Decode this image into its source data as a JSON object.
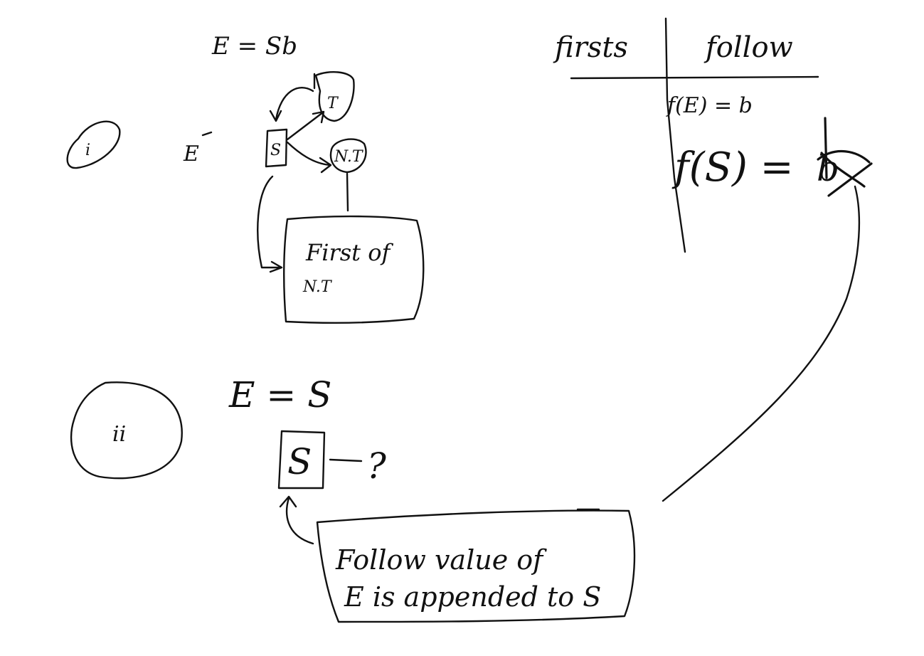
{
  "sections": {
    "one": {
      "marker": "i",
      "grammar": "E = Sb",
      "nodes": {
        "start": "E",
        "symbol": "S",
        "terminal": "T",
        "nonterminal": "N.T"
      },
      "box": {
        "line1": "First of",
        "line2": "N.T"
      }
    },
    "two": {
      "marker": "ii",
      "grammar": "E = S",
      "symbol": "S",
      "question": "?",
      "note": {
        "line1": "Follow value of",
        "line2": "E is appended to S"
      }
    }
  },
  "table": {
    "headers": {
      "firsts": "firsts",
      "follow": "follow"
    },
    "rows": [
      "f(E) = b",
      "f(S) ="
    ],
    "scribble": "b"
  }
}
